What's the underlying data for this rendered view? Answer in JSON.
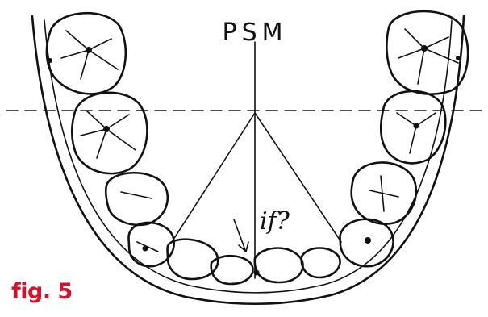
{
  "diagram": {
    "midline_label": "PSM",
    "annotation": "if?",
    "figure_label": "fig. 5",
    "colors": {
      "ink": "#111111",
      "figure_label": "#d0142c"
    }
  }
}
